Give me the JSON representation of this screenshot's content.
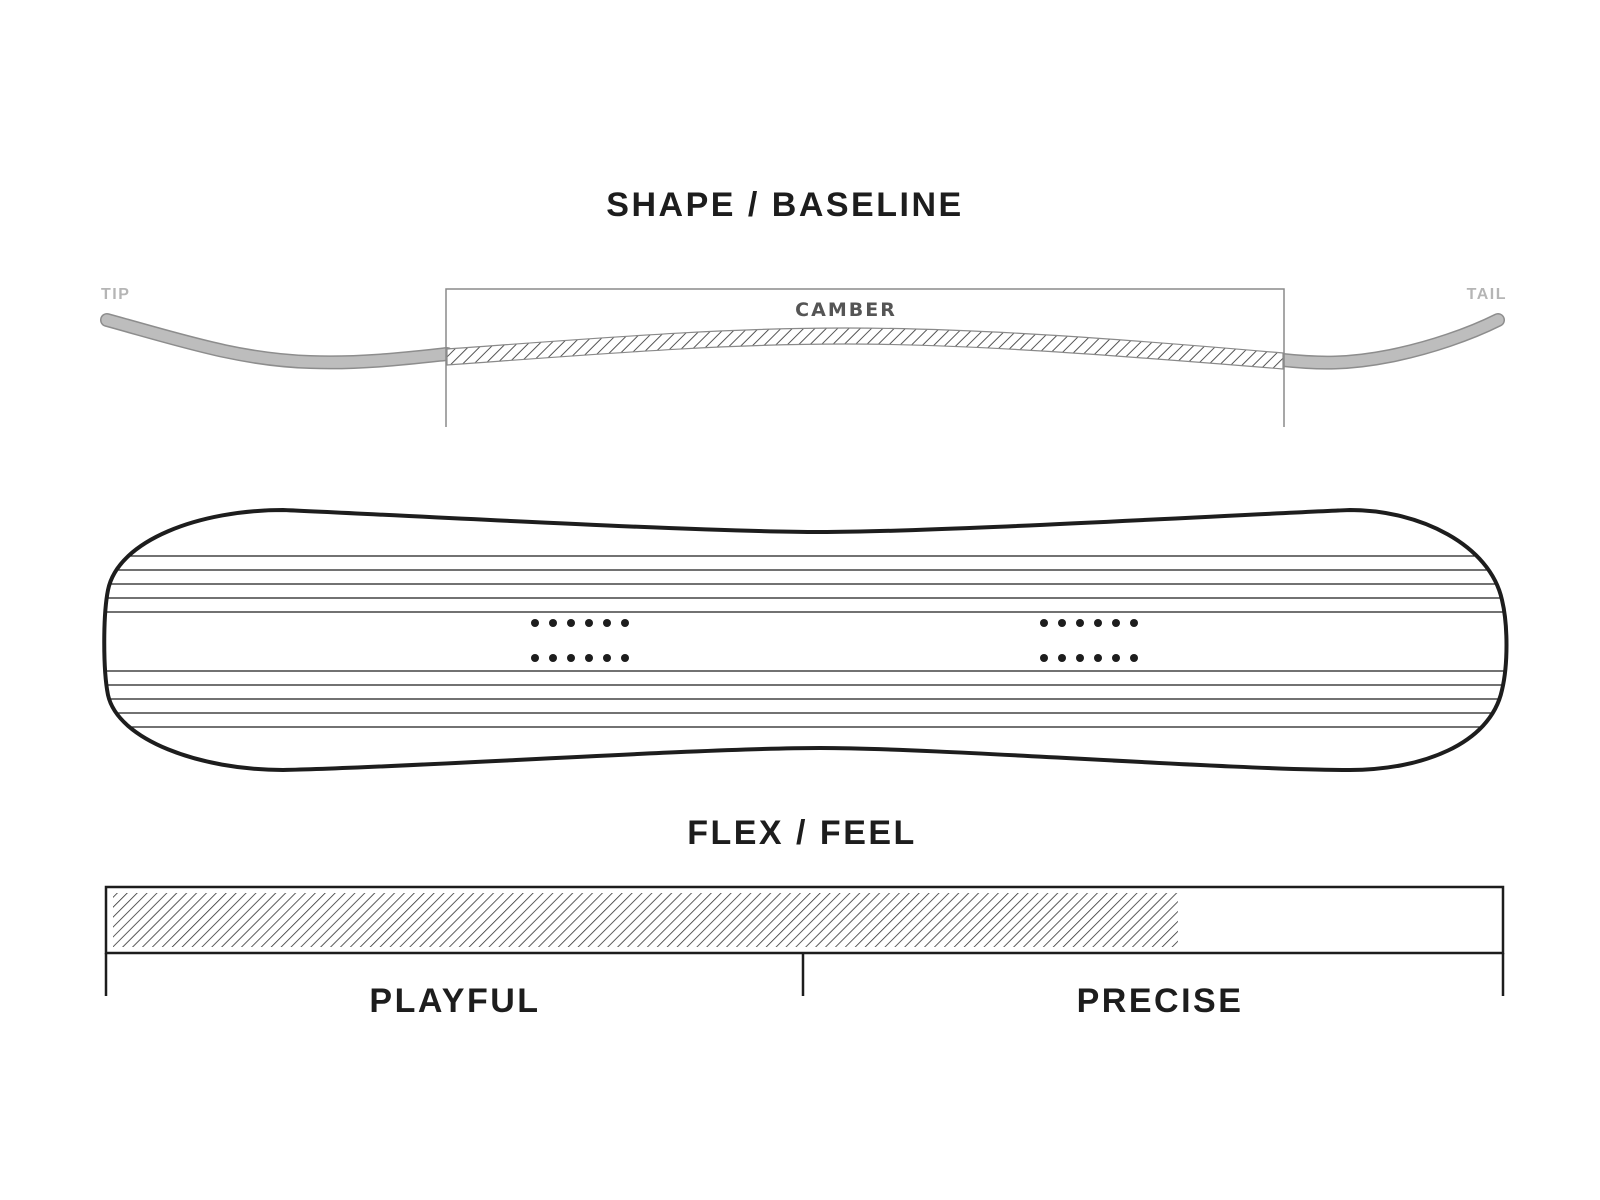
{
  "shape_section": {
    "title": "SHAPE / BASELINE",
    "tip_label": "TIP",
    "tail_label": "TAIL",
    "camber_label": "CAMBER"
  },
  "flex_section": {
    "title": "FLEX / FEEL",
    "left_label": "PLAYFUL",
    "right_label": "PRECISE",
    "fill_fraction": 0.77
  },
  "colors": {
    "ink": "#1d1d1d",
    "profile_gray": "#bdbdbd",
    "label_gray": "#b5b5b5",
    "camber_label": "#555555",
    "bracket": "#8a8a8a"
  }
}
